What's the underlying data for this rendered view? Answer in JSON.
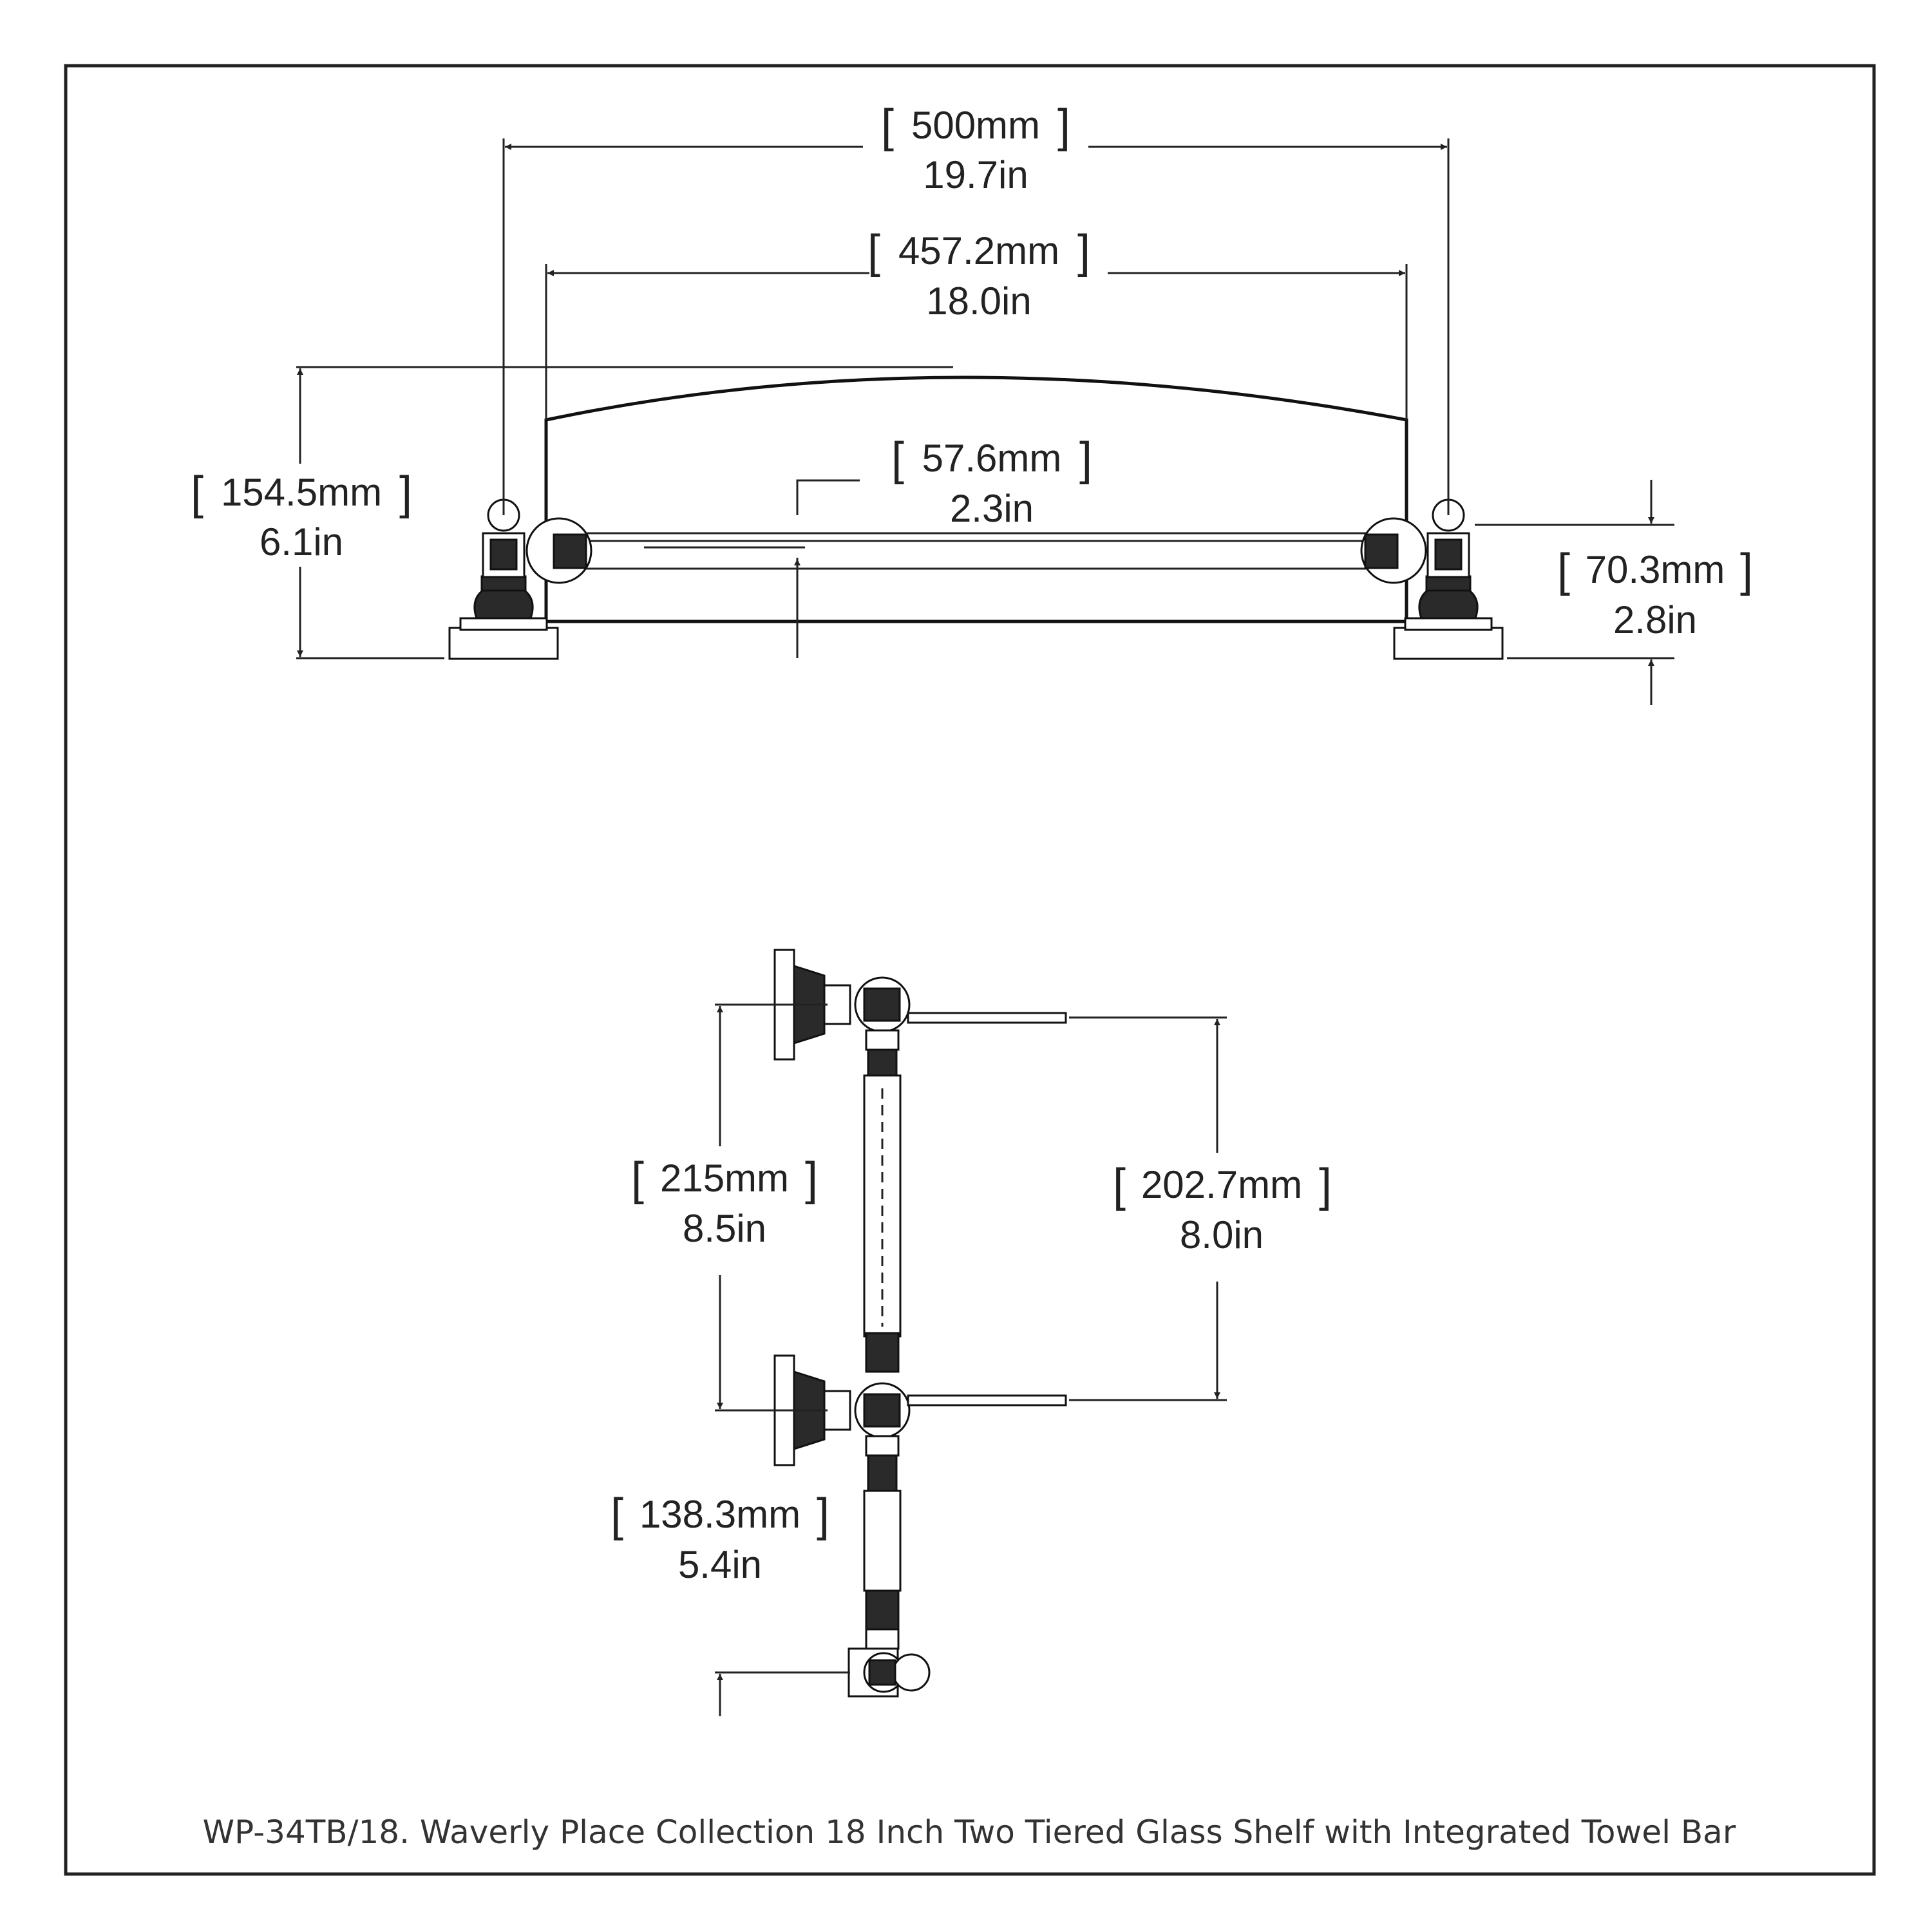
{
  "dimensions": {
    "overall_width": {
      "mm": "500mm",
      "in": "19.7in"
    },
    "shelf_width": {
      "mm": "457.2mm",
      "in": "18.0in"
    },
    "total_height": {
      "mm": "154.5mm",
      "in": "6.1in"
    },
    "bar_height": {
      "mm": "57.6mm",
      "in": "2.3in"
    },
    "post_height": {
      "mm": "70.3mm",
      "in": "2.8in"
    },
    "tier_mount_spacing": {
      "mm": "215mm",
      "in": "8.5in"
    },
    "shelf_spacing": {
      "mm": "202.7mm",
      "in": "8.0in"
    },
    "bar_drop": {
      "mm": "138.3mm",
      "in": "5.4in"
    }
  },
  "caption": "WP-34TB/18. Waverly Place Collection 18 Inch Two Tiered Glass Shelf with Integrated Towel Bar"
}
